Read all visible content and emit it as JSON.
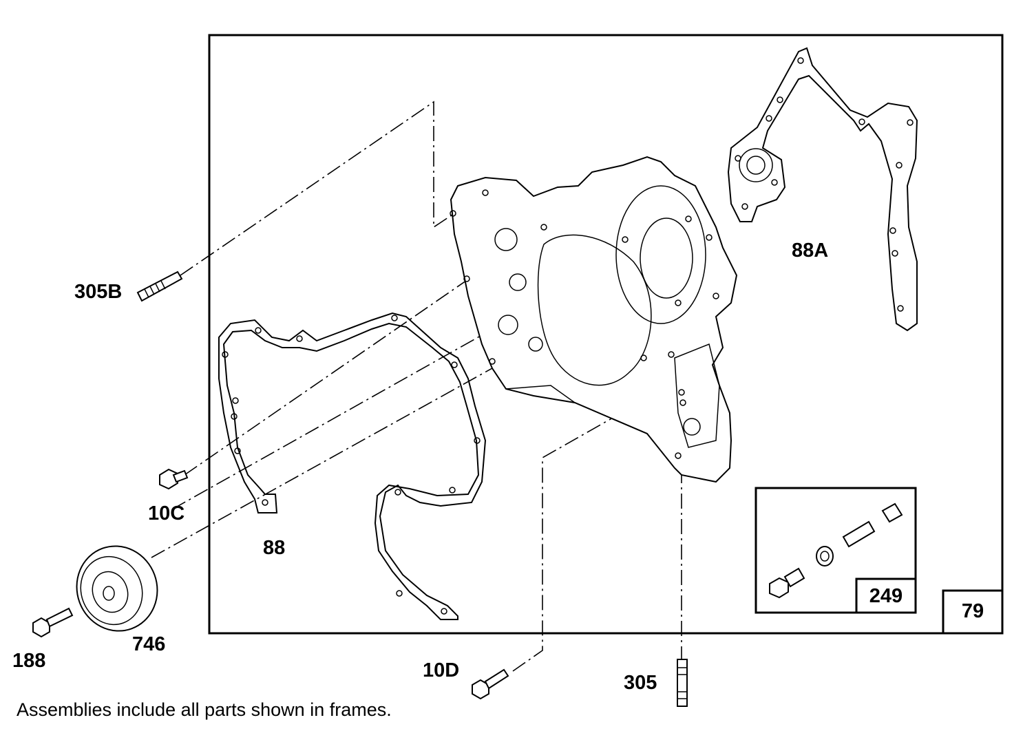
{
  "labels": {
    "part_305B": "305B",
    "part_10C": "10C",
    "part_88": "88",
    "part_88A": "88A",
    "part_746": "746",
    "part_188": "188",
    "part_10D": "10D",
    "part_305": "305",
    "part_249": "249",
    "part_79": "79"
  },
  "footnote": "Assemblies include all parts shown in frames."
}
